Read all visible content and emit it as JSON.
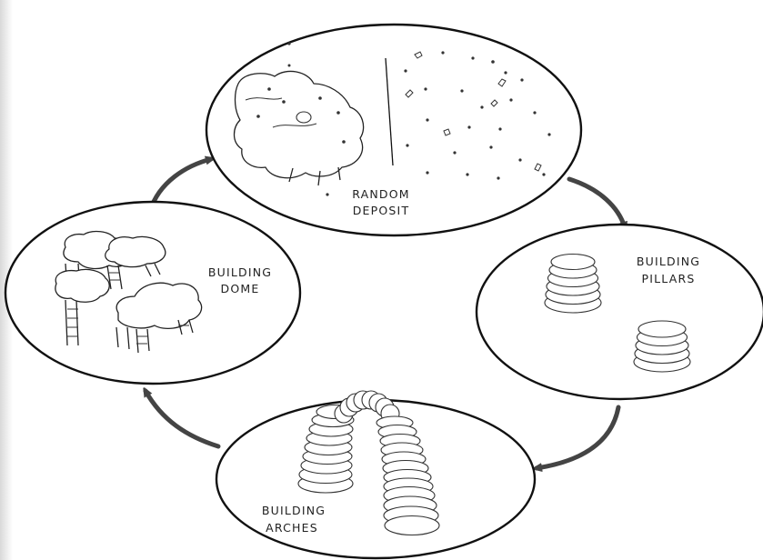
{
  "diagram": {
    "stages": [
      {
        "id": "random-deposit",
        "label_lines": [
          "RANDOM",
          "DEPOSIT"
        ]
      },
      {
        "id": "building-pillars",
        "label_lines": [
          "BUILDING",
          "PILLARS"
        ]
      },
      {
        "id": "building-arches",
        "label_lines": [
          "BUILDING",
          "ARCHES"
        ]
      },
      {
        "id": "building-dome",
        "label_lines": [
          "BUILDING",
          "DOME"
        ]
      }
    ],
    "cycle_direction": "clockwise",
    "colors": {
      "outline": "#111111",
      "arrow": "#444444",
      "background": "#ffffff"
    }
  }
}
